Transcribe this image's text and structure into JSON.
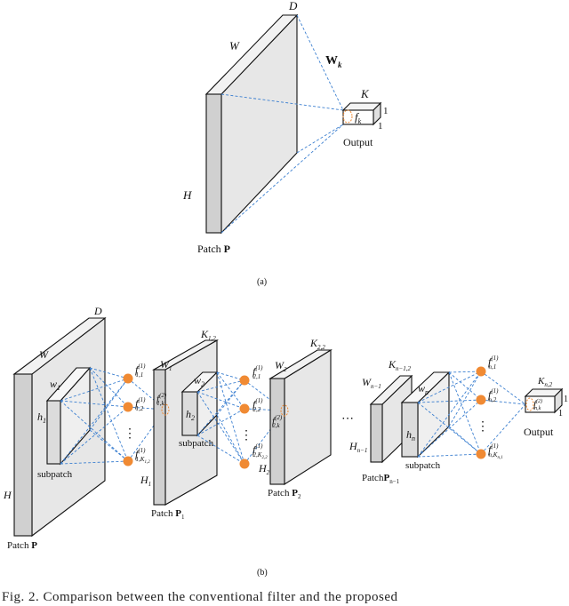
{
  "panel_a": {
    "label": "(a)",
    "patch": "Patch",
    "patch_sym": "P",
    "W": "W",
    "D": "D",
    "H": "H",
    "weights_sym": "W",
    "weights_sub": "k",
    "K": "K",
    "one_a": "1",
    "one_b": "1",
    "f_sym": "f",
    "f_sub": "k",
    "output": "Output"
  },
  "panel_b": {
    "label": "(b)",
    "patch0": {
      "patch": "Patch",
      "sym": "P",
      "W": "W",
      "D": "D",
      "H": "H",
      "w": "w",
      "w_sub": "1",
      "h": "h",
      "h_sub": "1",
      "subpatch": "subpatch"
    },
    "nodes1": {
      "f": "f",
      "a": "1,1",
      "b": "1,2",
      "c": "1,K",
      "c2": "1,2",
      "sup": "(1)",
      "dots": "⋮"
    },
    "patch1": {
      "patch": "Patch",
      "sym": "P",
      "sub": "1",
      "K": "K",
      "K_sub": "1,2",
      "W": "W",
      "W_sub": "1",
      "H": "H",
      "H_sub": "1",
      "w": "w",
      "w_sub": "2",
      "h": "h",
      "h_sub": "2",
      "subpatch": "subpatch",
      "f": "f",
      "f_sub": "1,k",
      "f_sup": "(2)"
    },
    "nodes2": {
      "f": "f",
      "a": "2,1",
      "b": "2,2",
      "c": "2,K",
      "c2": "2,2",
      "sup": "(1)",
      "dots": "⋮"
    },
    "patch2": {
      "patch": "Patch",
      "sym": "P",
      "sub": "2",
      "K": "K",
      "K_sub": "2,2",
      "W": "W",
      "W_sub": "2",
      "H": "H",
      "H_sub": "2",
      "f": "f",
      "f_sub": "2,k",
      "f_sup": "(2)"
    },
    "ellipsis": "⋯",
    "patchn": {
      "patch": "Patch",
      "sym": "P",
      "sub": "n−1",
      "K": "K",
      "K_sub": "n−1,2",
      "W": "W",
      "W_sub": "n−1",
      "H": "H",
      "H_sub": "n−1",
      "w": "w",
      "w_sub": "n",
      "h": "h",
      "h_sub": "n",
      "subpatch": "subpatch"
    },
    "nodesn": {
      "f": "f",
      "a": "n,1",
      "b": "n,2",
      "c": "n,K",
      "c2": "n,1",
      "sup": "(1)",
      "dots": "⋮"
    },
    "output": {
      "K": "K",
      "K_sub": "n,2",
      "one_a": "1",
      "one_b": "1",
      "f": "f",
      "f_sub": "n,k",
      "f_sup": "(2)",
      "label": "Output"
    }
  },
  "caption": "Fig. 2.   Comparison between the conventional filter and the proposed"
}
